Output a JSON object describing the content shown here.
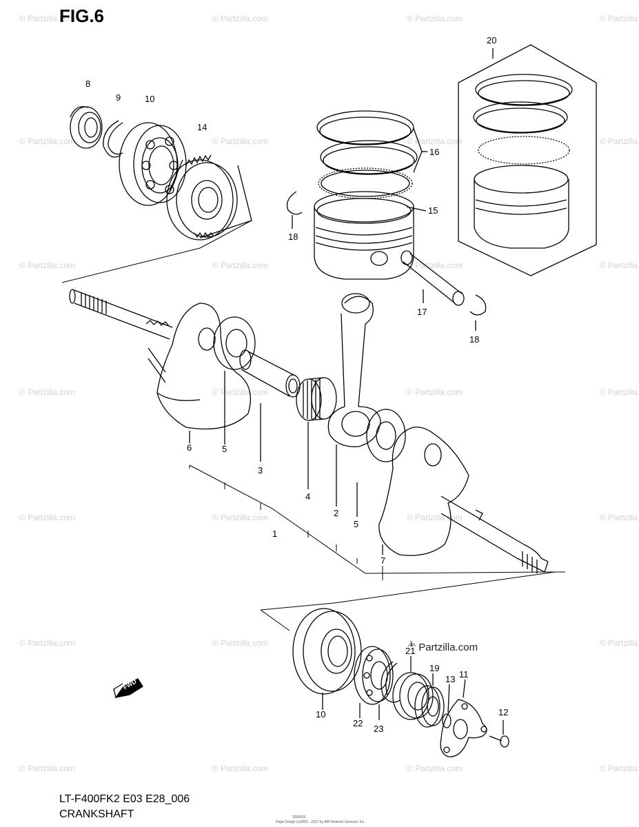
{
  "figure": {
    "title": "FIG.6"
  },
  "watermark": {
    "text": "© Partzilla.com",
    "strong_text": "© Partzilla.com"
  },
  "footer": {
    "model": "LT-F400FK2 E03 E28_006",
    "name": "CRANKSHAFT",
    "code": "3260029",
    "copyright": "Page Design (c)2001 - 2017 by ARI Network Services, Inc."
  },
  "fwd_arrow_label": "FWD",
  "parts": {
    "p1": "1",
    "p2": "2",
    "p3": "3",
    "p4": "4",
    "p5a": "5",
    "p5b": "5",
    "p6": "6",
    "p7": "7",
    "p8": "8",
    "p9": "9",
    "p10a": "10",
    "p10b": "10",
    "p11": "11",
    "p12": "12",
    "p13": "13",
    "p14": "14",
    "p15": "15",
    "p16": "16",
    "p17": "17",
    "p18a": "18",
    "p18b": "18",
    "p19": "19",
    "p20": "20",
    "p21": "21",
    "p22": "22",
    "p23": "23"
  }
}
